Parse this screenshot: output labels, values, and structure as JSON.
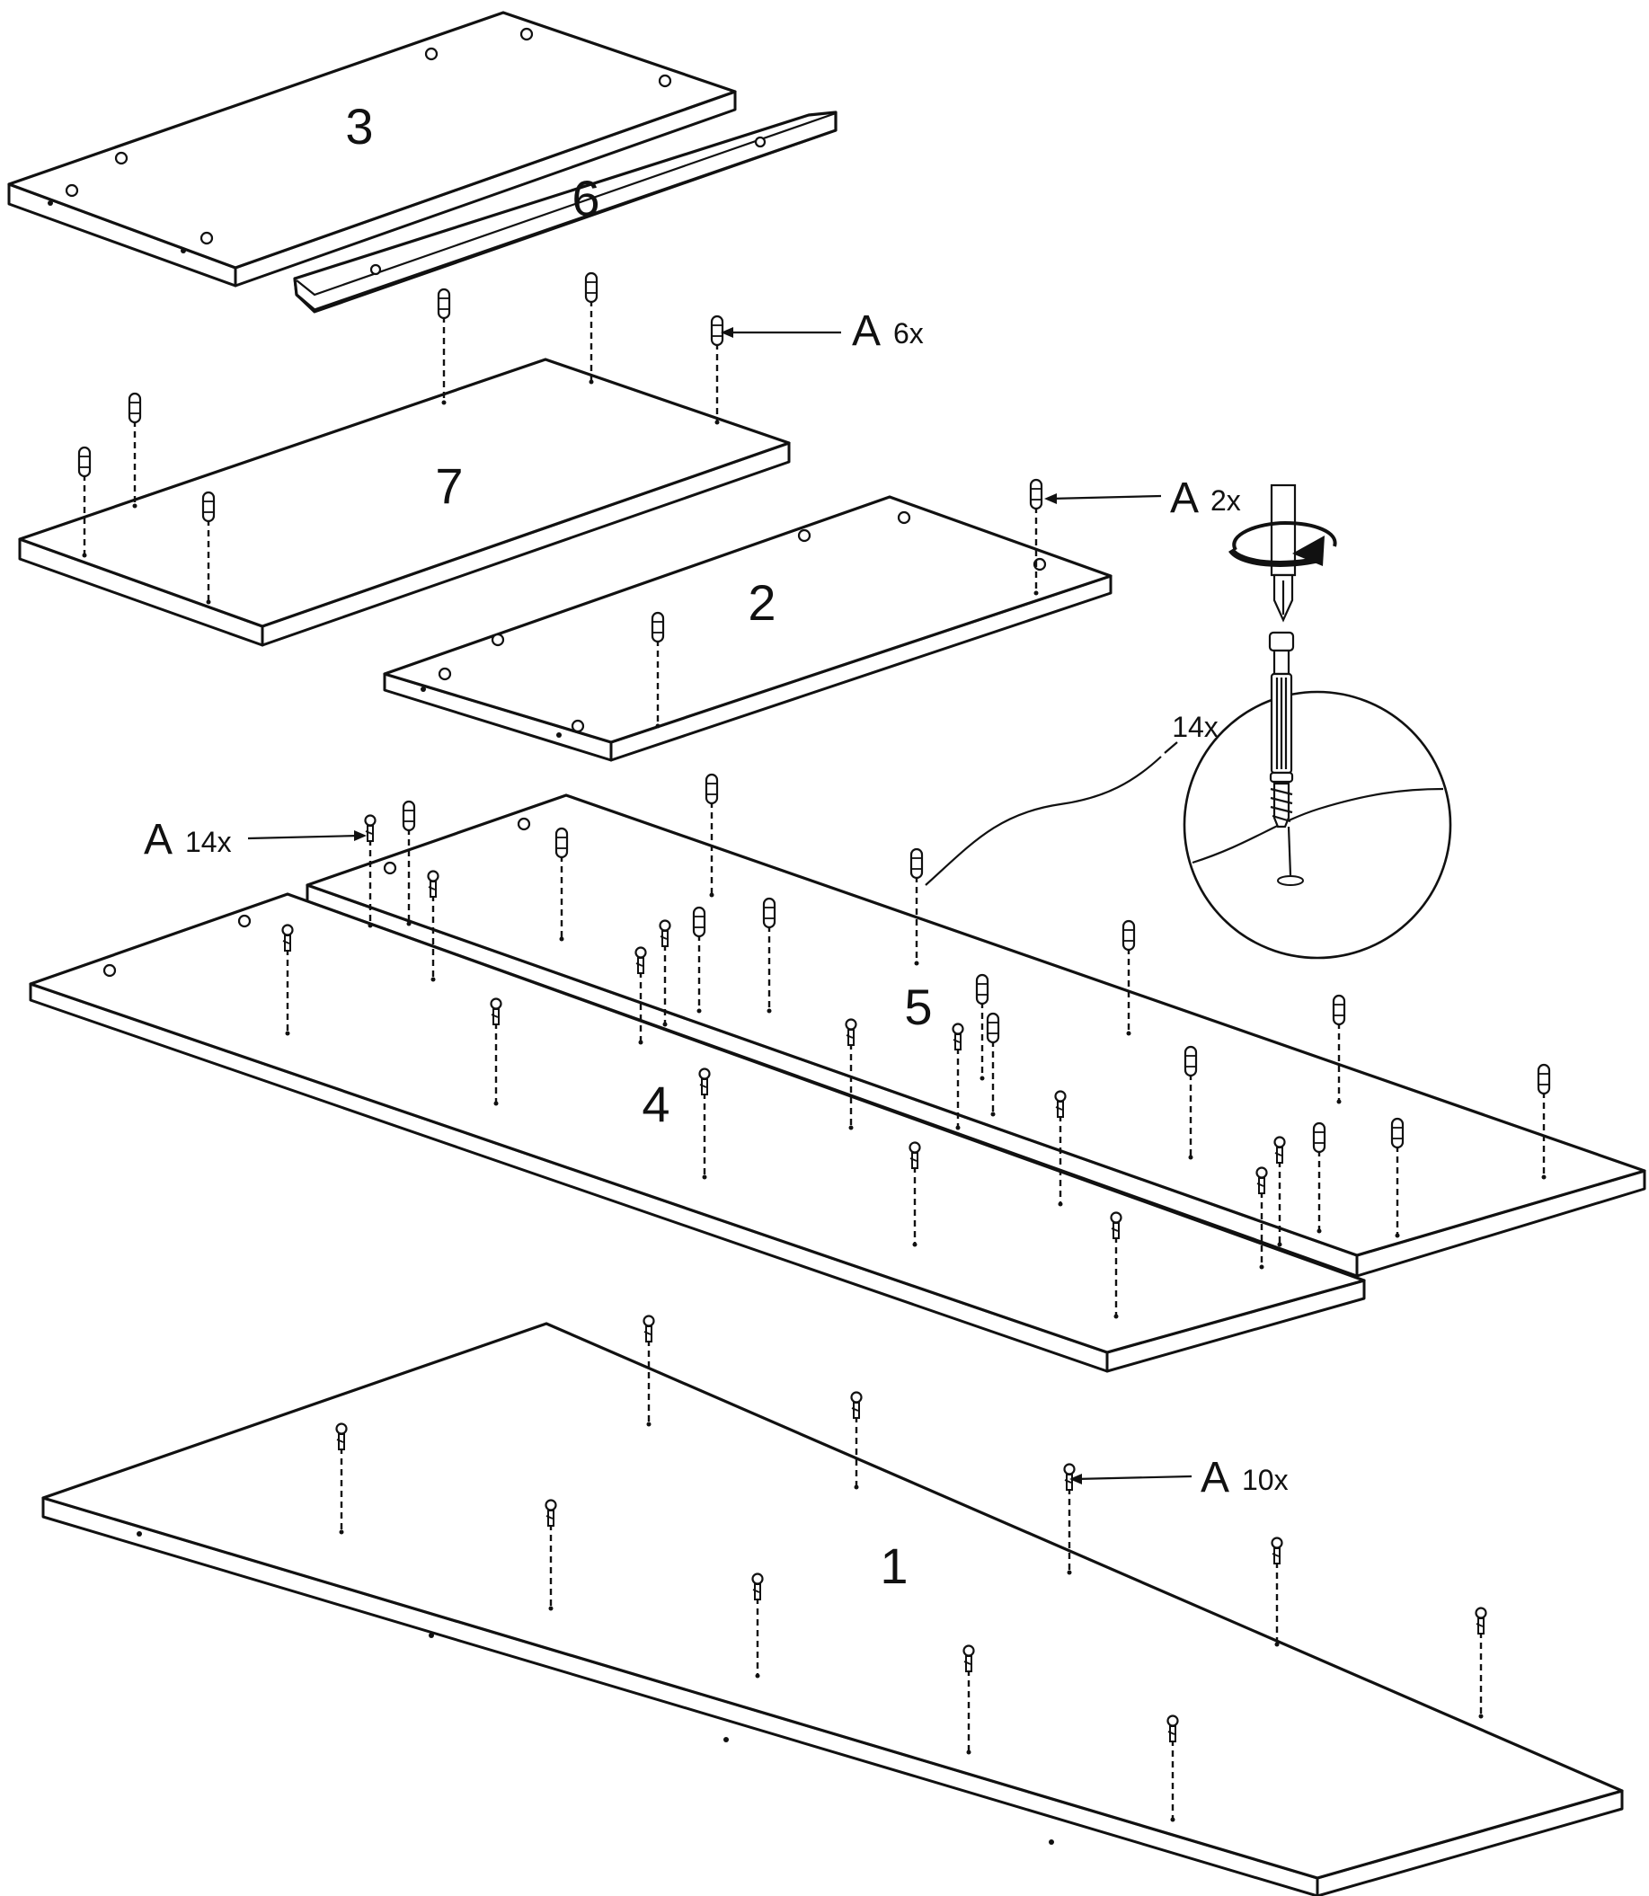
{
  "panels": [
    {
      "id": "3",
      "label": "3"
    },
    {
      "id": "6",
      "label": "6"
    },
    {
      "id": "7",
      "label": "7"
    },
    {
      "id": "2",
      "label": "2"
    },
    {
      "id": "5",
      "label": "5"
    },
    {
      "id": "4",
      "label": "4"
    },
    {
      "id": "1",
      "label": "1"
    }
  ],
  "callouts": [
    {
      "letter": "A",
      "count": "6x"
    },
    {
      "letter": "A",
      "count": "2x"
    },
    {
      "letter": "A",
      "count": "14x"
    },
    {
      "letter": "A",
      "count": "10x"
    }
  ],
  "detail": {
    "count": "14x"
  }
}
